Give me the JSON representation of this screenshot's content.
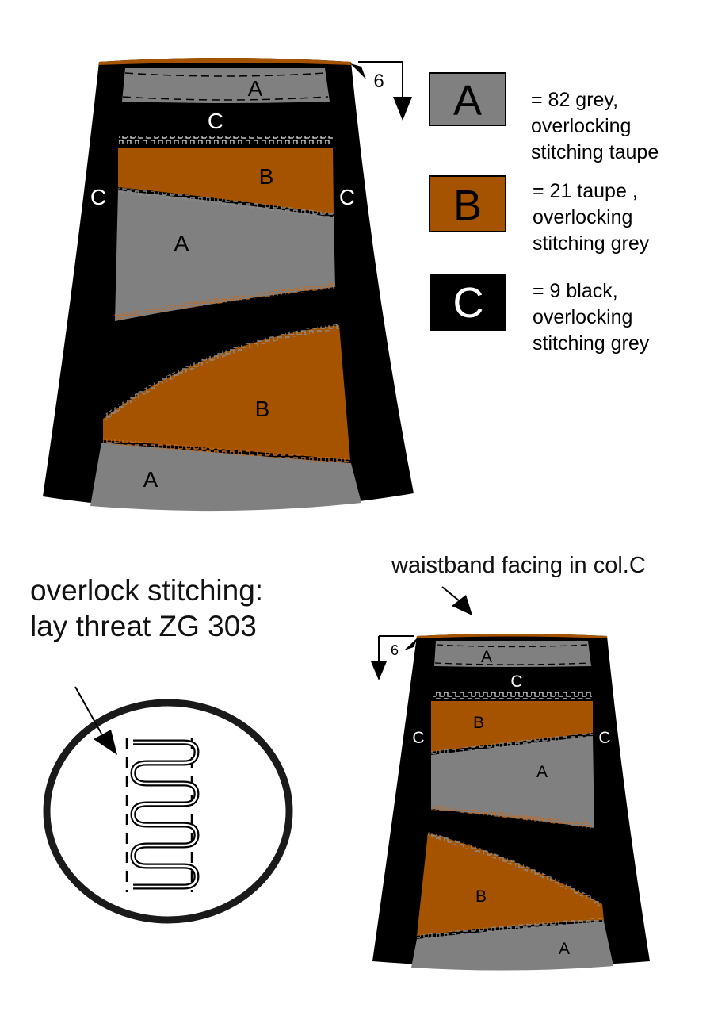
{
  "colors": {
    "A": "#808080",
    "B": "#a65300",
    "C": "#000000",
    "stitch_taupe": "#c26a20",
    "stitch_grey": "#9a9a9a"
  },
  "markers": {
    "A": "A",
    "B": "B",
    "C": "C"
  },
  "measure_label": "6",
  "legend": [
    {
      "swatch_letter": "A",
      "line1": "= 82 grey,",
      "line2": "overlocking",
      "line3": "stitching taupe"
    },
    {
      "swatch_letter": "B",
      "line1": "= 21 taupe ,",
      "line2": "overlocking",
      "line3": "stitching grey"
    },
    {
      "swatch_letter": "C",
      "line1": "= 9 black,",
      "line2": "overlocking",
      "line3": "stitching grey"
    }
  ],
  "overlock_note": {
    "line1": "overlock stitching:",
    "line2": "lay threat ZG 303"
  },
  "waistband_caption": "waistband facing in col.C"
}
